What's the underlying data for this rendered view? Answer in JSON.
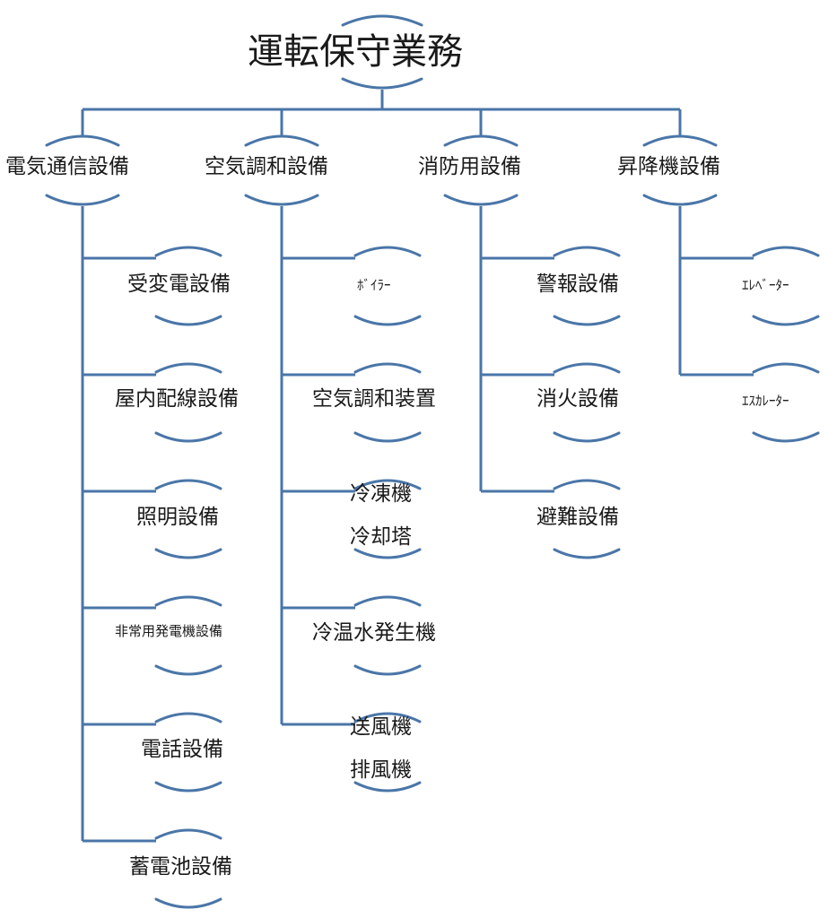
{
  "root": {
    "label": "運転保守業務"
  },
  "colors": {
    "line": "#4a76a8",
    "text": "#1a1a1a",
    "background": "#ffffff"
  },
  "categories": [
    {
      "label": "電気通信設備",
      "items": [
        {
          "label": "受変電設備"
        },
        {
          "label": "屋内配線設備"
        },
        {
          "label": "照明設備"
        },
        {
          "label": "非常用発電機設備"
        },
        {
          "label": "電話設備"
        },
        {
          "label": "蓄電池設備"
        }
      ]
    },
    {
      "label": "空気調和設備",
      "items": [
        {
          "label": "ﾎﾞｲﾗｰ"
        },
        {
          "label": "空気調和装置"
        },
        {
          "label": "冷凍機",
          "label2": "冷却塔"
        },
        {
          "label": "冷温水発生機"
        },
        {
          "label": "送風機",
          "label2": "排風機"
        }
      ]
    },
    {
      "label": "消防用設備",
      "items": [
        {
          "label": "警報設備"
        },
        {
          "label": "消火設備"
        },
        {
          "label": "避難設備"
        }
      ]
    },
    {
      "label": "昇降機設備",
      "items": [
        {
          "label": "ｴﾚﾍﾞｰﾀｰ"
        },
        {
          "label": "ｴｽｶﾚｰﾀｰ"
        }
      ]
    }
  ]
}
